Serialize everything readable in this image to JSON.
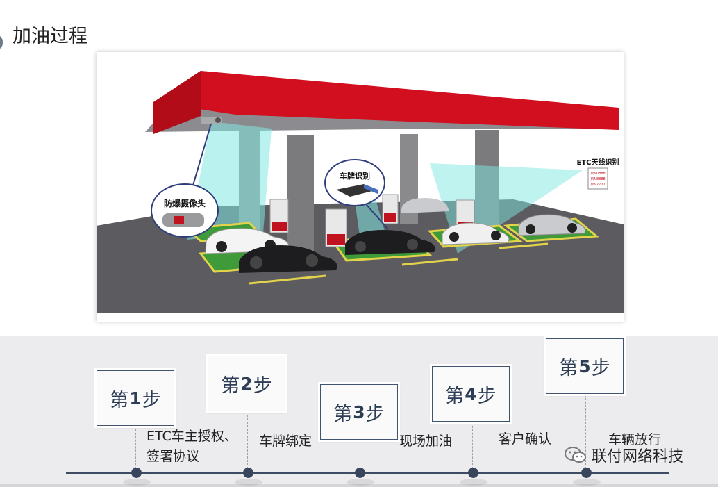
{
  "page": {
    "title": "加油过程"
  },
  "illustration": {
    "callout_camera": "防爆摄像头",
    "callout_plate": "车牌识别",
    "callout_etc": "ETC天线识别",
    "etc_board_lines": [
      "京N0888",
      "京N8888",
      "京N7777"
    ],
    "colors": {
      "canopy": "#d10f1f",
      "ground": "#5c5c60",
      "beam": "#7fe7e0",
      "pillar": "#8a8a8c",
      "bay": "#3f9b3a"
    }
  },
  "steps": [
    {
      "prefix": "第",
      "num": "1",
      "suffix": "步",
      "desc": [
        "ETC车主授权、",
        "签署协议"
      ]
    },
    {
      "prefix": "第",
      "num": "2",
      "suffix": "步",
      "desc": [
        "车牌绑定"
      ]
    },
    {
      "prefix": "第",
      "num": "3",
      "suffix": "步",
      "desc": [
        "现场加油"
      ]
    },
    {
      "prefix": "第",
      "num": "4",
      "suffix": "步",
      "desc": [
        "客户确认"
      ]
    },
    {
      "prefix": "第",
      "num": "5",
      "suffix": "步",
      "desc": [
        "车辆放行"
      ]
    }
  ],
  "watermark": {
    "icon": "wechat-icon",
    "text": "联付网络科技"
  }
}
